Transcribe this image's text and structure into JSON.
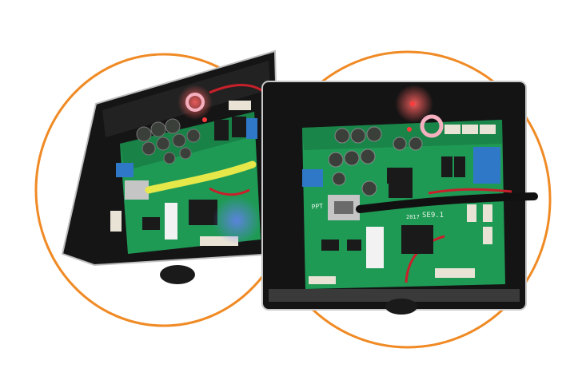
{
  "photo": {
    "colors": {
      "background": "#ffffff",
      "ring": "#f08a24",
      "enclosure": "#141414",
      "lid_edge": "#c9c9c9",
      "pcb": "#1f9a55",
      "pcb_dark": "#13703d",
      "terminal": "#2f78c8",
      "ethernet_cable": "#e6e84a",
      "led_red": "#ff3b3b",
      "led_blue": "#4a6bff",
      "chip": "#1a1a1a",
      "capacitor": "#3a3f3a"
    },
    "boards": {
      "right_label": "SE9.1",
      "right_date": "2017",
      "right_logo": "PPT"
    }
  }
}
